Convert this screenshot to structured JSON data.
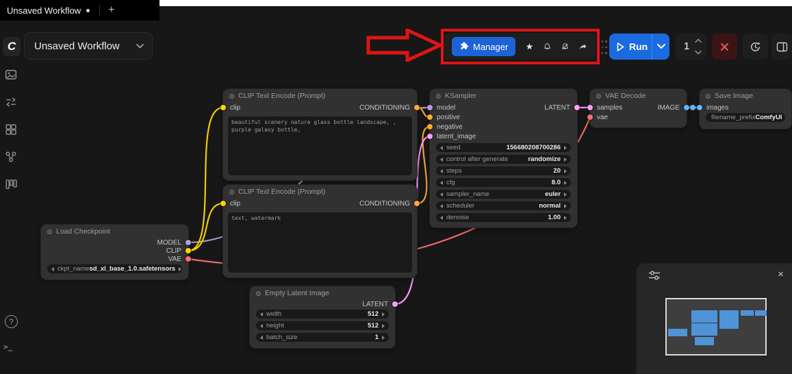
{
  "colors": {
    "model": "#b39ddb",
    "clip": "#ffd500",
    "vae": "#ff6e6e",
    "conditioning": "#ffa931",
    "latent": "#ff9cf9",
    "image": "#64b5f6",
    "manager_blue": "#1c63d6",
    "run_blue": "#1b6be0",
    "annotation_red": "#e01414"
  },
  "tab_bar": {
    "active_tab": "Unsaved Workflow",
    "new_tab_glyph": "+"
  },
  "sidebar": {
    "logo_glyph": "C",
    "help_glyph": "?",
    "terminal_glyph": ">_"
  },
  "toolbar": {
    "workflow_selector_label": "Unsaved Workflow",
    "manager_label": "Manager",
    "run_label": "Run",
    "batch_count": "1"
  },
  "minimap": {
    "close_glyph": "×"
  },
  "nodes": {
    "load_checkpoint": {
      "title": "Load Checkpoint",
      "outputs": [
        "MODEL",
        "CLIP",
        "VAE"
      ],
      "widgets": [
        {
          "label": "ckpt_name",
          "value": "sd_xl_base_1.0.safetensors"
        }
      ]
    },
    "clip_positive": {
      "title": "CLIP Text Encode (Prompt)",
      "inputs": [
        "clip"
      ],
      "outputs": [
        "CONDITIONING"
      ],
      "text": "beautiful scenery nature glass bottle landscape, , purple galaxy bottle,"
    },
    "clip_negative": {
      "title": "CLIP Text Encode (Prompt)",
      "inputs": [
        "clip"
      ],
      "outputs": [
        "CONDITIONING"
      ],
      "text": "text, watermark"
    },
    "empty_latent": {
      "title": "Empty Latent Image",
      "outputs": [
        "LATENT"
      ],
      "widgets": [
        {
          "label": "width",
          "value": "512"
        },
        {
          "label": "height",
          "value": "512"
        },
        {
          "label": "batch_size",
          "value": "1"
        }
      ]
    },
    "ksampler": {
      "title": "KSampler",
      "inputs": [
        "model",
        "positive",
        "negative",
        "latent_image"
      ],
      "outputs": [
        "LATENT"
      ],
      "widgets": [
        {
          "label": "seed",
          "value": "156680208700286"
        },
        {
          "label": "control after generate",
          "value": "randomize"
        },
        {
          "label": "steps",
          "value": "20"
        },
        {
          "label": "cfg",
          "value": "8.0"
        },
        {
          "label": "sampler_name",
          "value": "euler"
        },
        {
          "label": "scheduler",
          "value": "normal"
        },
        {
          "label": "denoise",
          "value": "1.00"
        }
      ]
    },
    "vae_decode": {
      "title": "VAE Decode",
      "inputs": [
        "samples",
        "vae"
      ],
      "outputs": [
        "IMAGE"
      ]
    },
    "save_image": {
      "title": "Save Image",
      "inputs": [
        "images"
      ],
      "widgets": [
        {
          "label": "filename_prefix",
          "value": "ComfyUI"
        }
      ]
    }
  }
}
